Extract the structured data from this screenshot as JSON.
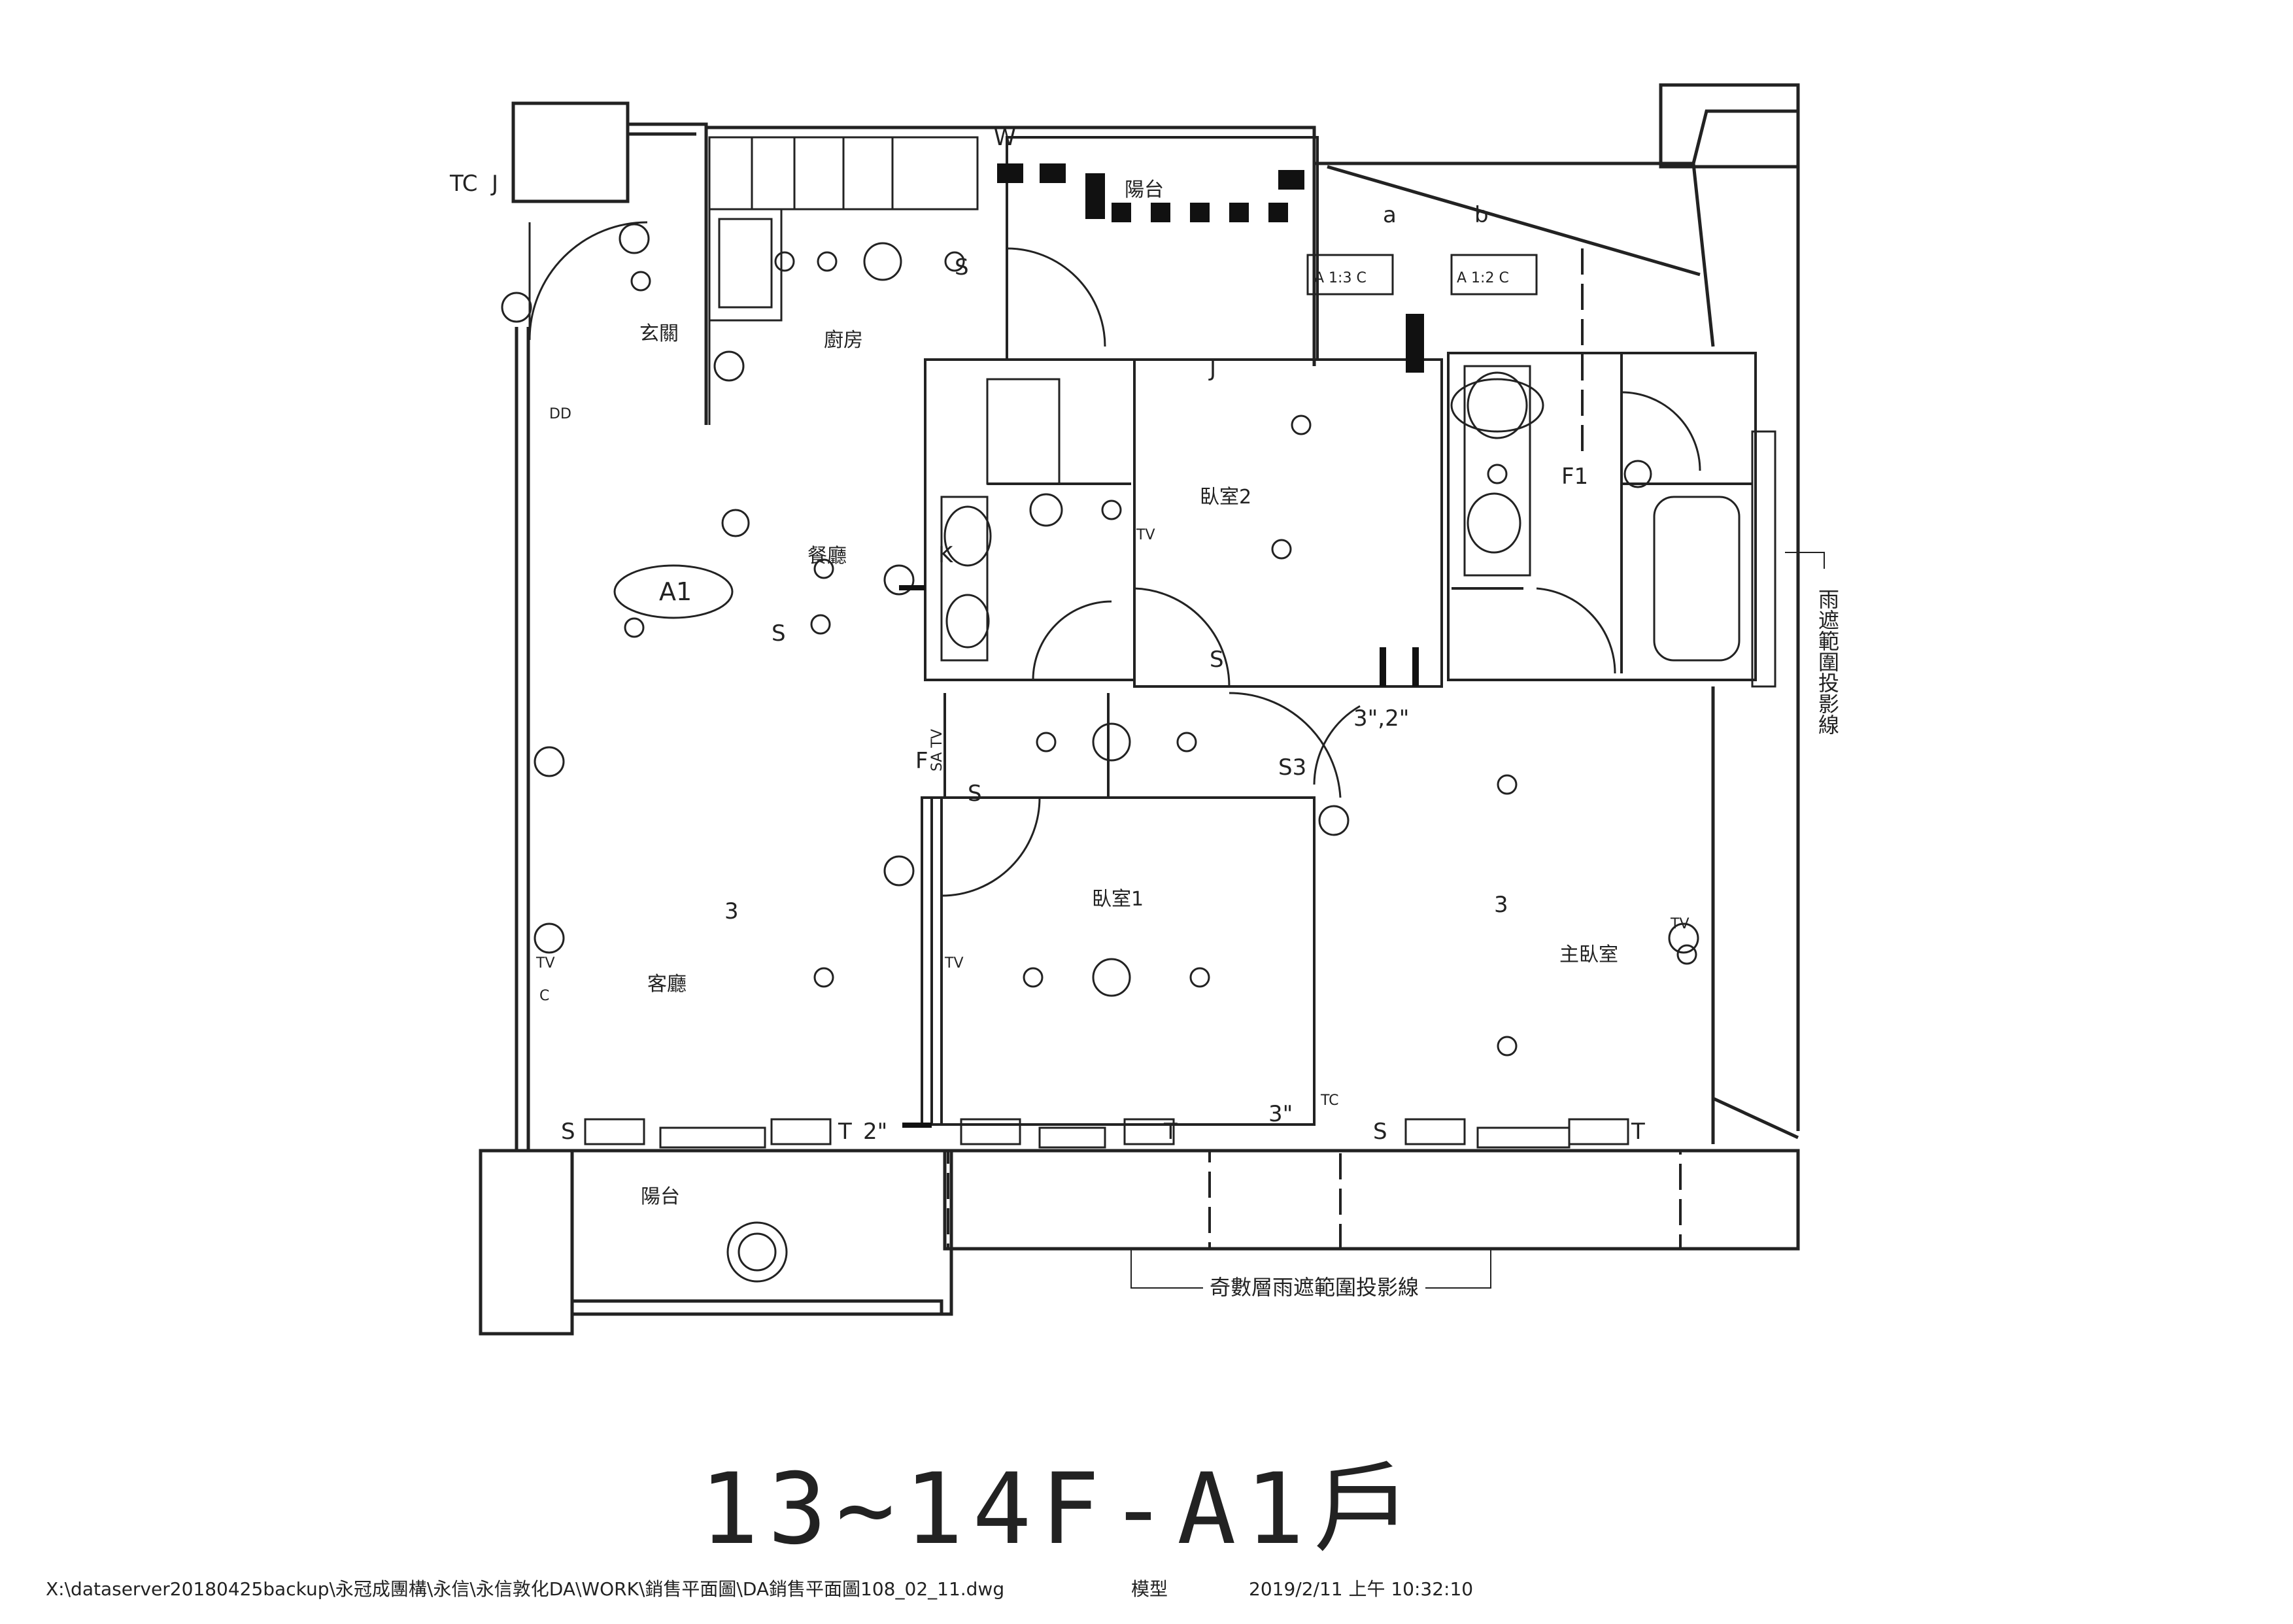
{
  "drawing": {
    "title": "13~14F-A1戶",
    "unit_tag": "A1",
    "file_path": "X:\\dataserver20180425backup\\永冠成團構\\永信\\永信敦化DA\\WORK\\銷售平面圖\\DA銷售平面圖108_02_11.dwg",
    "layout_name": "模型",
    "timestamp": "2019/2/11 上午 10:32:10"
  },
  "rooms": {
    "entrance": "玄關",
    "kitchen": "廚房",
    "service_balcony": "陽台",
    "bedroom2": "臥室2",
    "dining": "餐廳",
    "living": "客廳",
    "bedroom1": "臥室1",
    "master": "主臥室",
    "front_balcony": "陽台"
  },
  "notes": {
    "rain_cover_vertical": "雨遮範圍投影線",
    "rain_cover_odd_floors": "奇數層雨遮範圍投影線"
  },
  "symbols": {
    "tc": "TC",
    "j": "J",
    "tv": "TV",
    "c": "C",
    "s": "S",
    "t": "T",
    "w": "W",
    "k": "K",
    "f": "F",
    "f1": "F1",
    "s3": "S3",
    "sa_tv": "SA TV",
    "three": "3",
    "mark_3_2": "3\",2\"",
    "mark_3": "3\"",
    "mark_2": "2\"",
    "ac_a": "a",
    "ac_b": "b",
    "ac_13": "A 1:3  C",
    "ac_12": "A 1:2  C",
    "outlet_dd": "DD"
  },
  "colors": {
    "line": "#222222",
    "paper": "#ffffff",
    "fill": "#111111"
  }
}
